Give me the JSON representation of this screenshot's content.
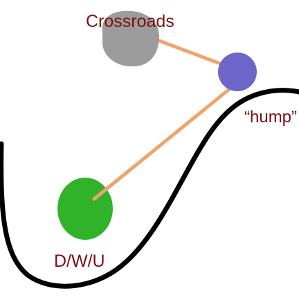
{
  "colors": {
    "background": "#ffffff",
    "label_text": "#7a1010",
    "curve": "#000000",
    "connector": "#f0a36a",
    "crossroads_node": "#9c9c9c",
    "hump_node": "#6e65c8",
    "dwu_node": "#30b32a"
  },
  "nodes": {
    "crossroads": {
      "label": "Crossroads",
      "shape": "blob"
    },
    "hump": {
      "label": "“hump”",
      "shape": "circle"
    },
    "dwu": {
      "label": "D/W/U",
      "shape": "circle"
    }
  },
  "connections": [
    {
      "from": "crossroads",
      "to": "hump"
    },
    {
      "from": "hump",
      "to": "dwu"
    }
  ]
}
